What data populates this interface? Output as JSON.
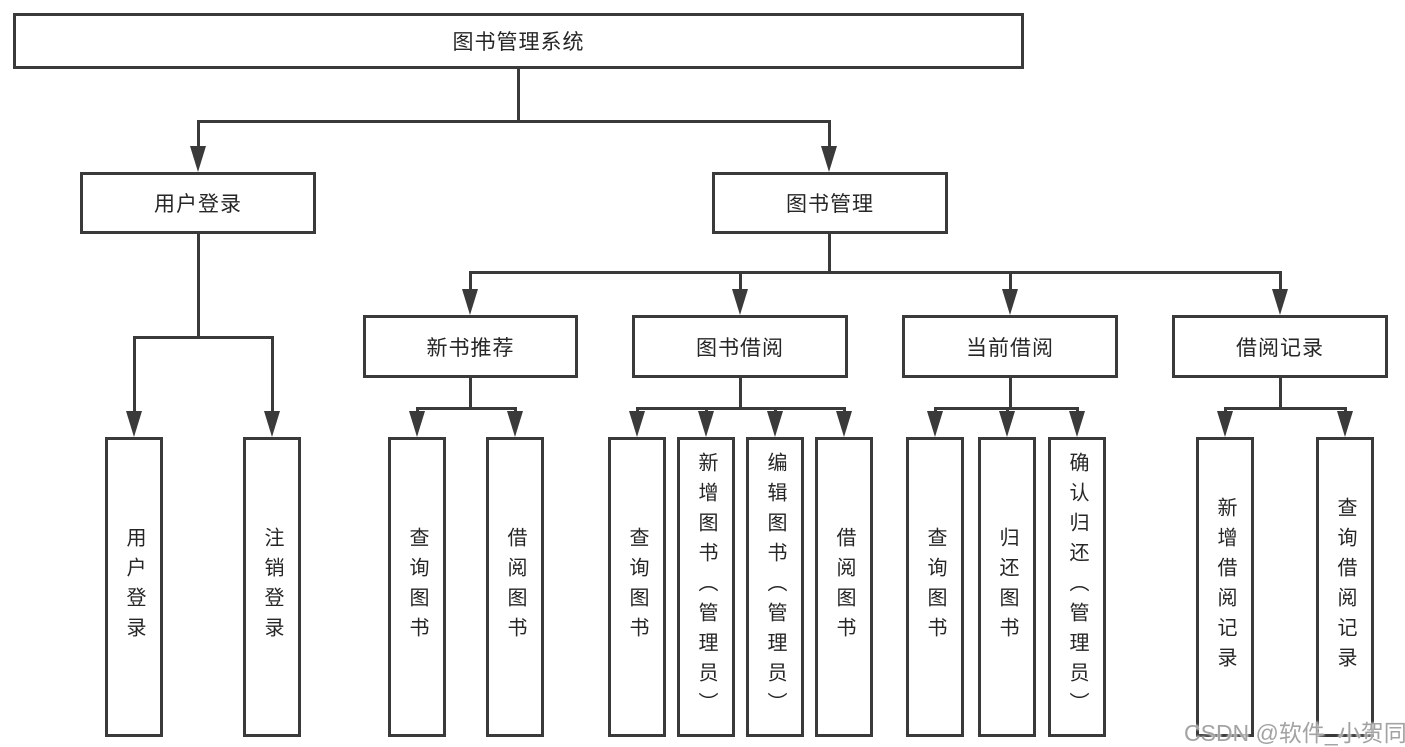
{
  "title": "图书管理系统",
  "watermark": "CSDN @软件_小贺同学",
  "colors": {
    "line": "#3a3a3a",
    "text": "#262626",
    "background": "#ffffff",
    "watermark": "#a3a3a3"
  },
  "tree": {
    "root": {
      "label": "图书管理系统"
    },
    "branches": [
      {
        "label": "用户登录",
        "children": [
          {
            "label": "用户登录"
          },
          {
            "label": "注销登录"
          }
        ]
      },
      {
        "label": "图书管理",
        "children": [
          {
            "label": "新书推荐",
            "children": [
              {
                "label": "查询图书"
              },
              {
                "label": "借阅图书"
              }
            ]
          },
          {
            "label": "图书借阅",
            "children": [
              {
                "label": "查询图书"
              },
              {
                "label": "新增图书（管理员）"
              },
              {
                "label": "编辑图书（管理员）"
              },
              {
                "label": "借阅图书"
              }
            ]
          },
          {
            "label": "当前借阅",
            "children": [
              {
                "label": "查询图书"
              },
              {
                "label": "归还图书"
              },
              {
                "label": "确认归还（管理员）"
              }
            ]
          },
          {
            "label": "借阅记录",
            "children": [
              {
                "label": "新增借阅记录"
              },
              {
                "label": "查询借阅记录"
              }
            ]
          }
        ]
      }
    ]
  }
}
